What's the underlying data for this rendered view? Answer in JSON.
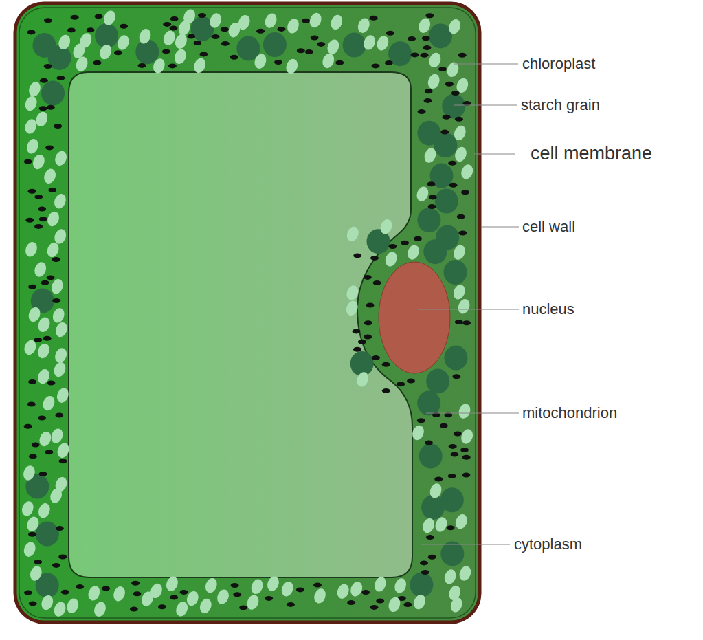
{
  "diagram": {
    "labels": [
      "chloroplast",
      "starch grain",
      "cell membrane",
      "cell wall",
      "nucleus",
      "mitochondrion",
      "cytoplasm"
    ]
  }
}
